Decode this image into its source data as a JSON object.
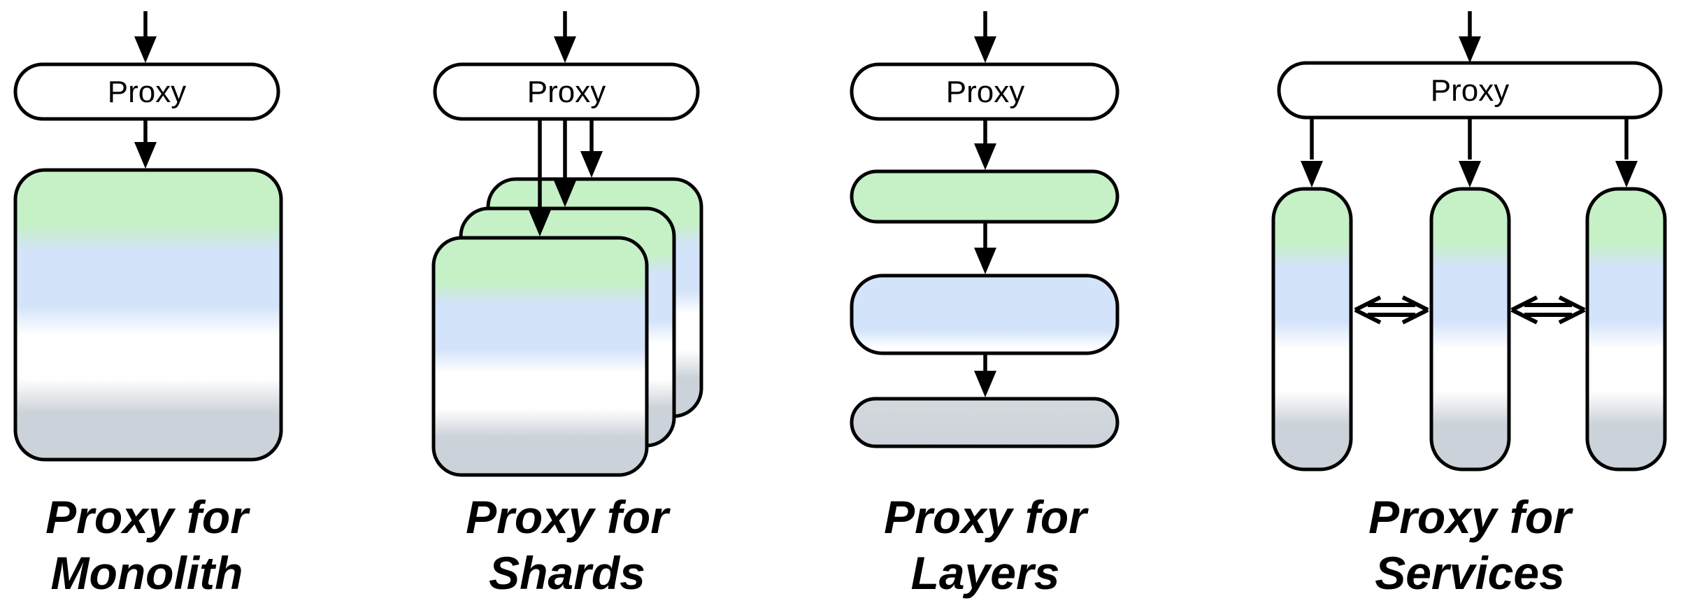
{
  "colors": {
    "green": "#c6f0c6",
    "blue": "#d3e3fa",
    "white": "#ffffff",
    "gray": "#ccd2d9",
    "gray_light": "#d4d9de",
    "stroke": "#000000",
    "background": "#ffffff"
  },
  "panels": [
    {
      "proxy_label": "Proxy",
      "caption": [
        "Proxy for",
        "Monolith"
      ]
    },
    {
      "proxy_label": "Proxy",
      "caption": [
        "Proxy for",
        "Shards"
      ]
    },
    {
      "proxy_label": "Proxy",
      "caption": [
        "Proxy for",
        "Layers"
      ]
    },
    {
      "proxy_label": "Proxy",
      "caption": [
        "Proxy for",
        "Services"
      ]
    }
  ]
}
